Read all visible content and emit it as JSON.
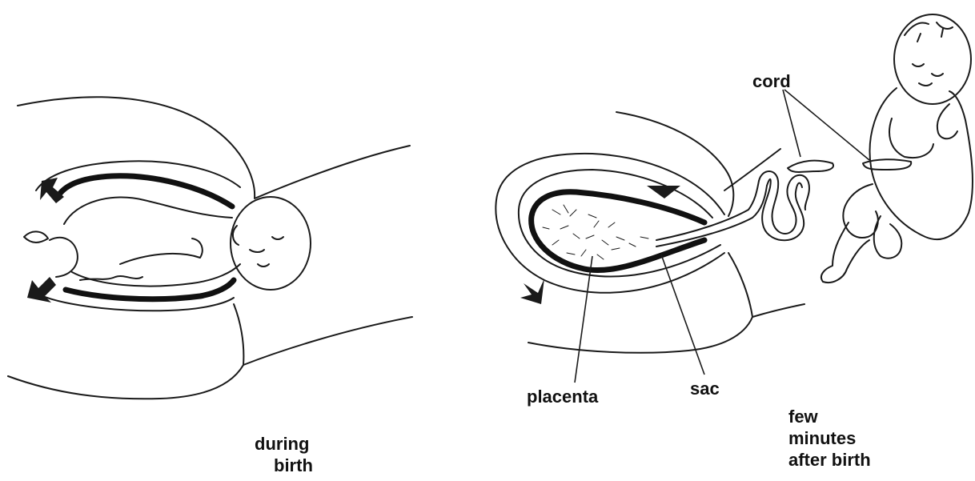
{
  "labels": {
    "during_birth_line1": "during",
    "during_birth_line2": "birth",
    "cord": "cord",
    "placenta": "placenta",
    "sac": "sac",
    "after_birth_line1": "few",
    "after_birth_line2": "minutes",
    "after_birth_line3": "after birth"
  }
}
